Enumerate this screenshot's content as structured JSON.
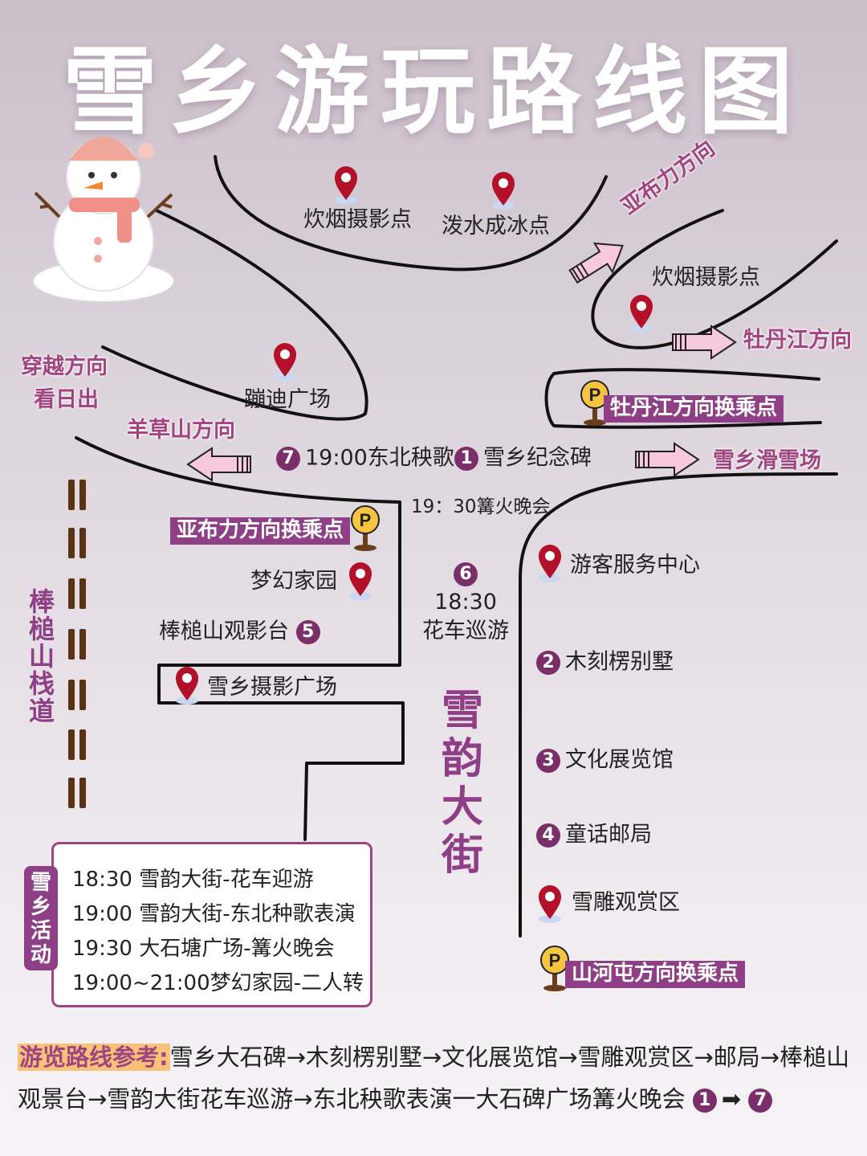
{
  "title": "雪乡游玩路线图",
  "places": {
    "smoke_photo_1": "炊烟摄影点",
    "splash_ice": "泼水成冰点",
    "smoke_photo_2": "炊烟摄影点",
    "disco_square": "蹦迪广场",
    "memorial": "雪乡纪念碑",
    "yangge": "19:00东北秧歌",
    "bonfire": "19：30篝火晚会",
    "visitor_center": "游客服务中心",
    "dream_home": "梦幻家园",
    "observation_deck": "棒槌山观影台",
    "photo_square": "雪乡摄影广场",
    "float_time": "18:30",
    "float_parade": "花车巡游",
    "villa": "木刻楞别墅",
    "culture_hall": "文化展览馆",
    "post_office": "童话邮局",
    "sculpture_area": "雪雕观赏区"
  },
  "numbers": {
    "n1": "1",
    "n2": "2",
    "n3": "3",
    "n4": "4",
    "n5": "5",
    "n6": "6",
    "n7": "7"
  },
  "directions": {
    "yabuli": "亚布力方向",
    "mudanjiang": "牡丹江方向",
    "crossing_line1": "穿越方向",
    "crossing_line2": "看日出",
    "yangcaoshan": "羊草山方向",
    "ski_resort": "雪乡滑雪场"
  },
  "transfers": {
    "mudanjiang": "牡丹江方向换乘点",
    "yabuli": "亚布力方向换乘点",
    "shanhetun": "山河屯方向换乘点"
  },
  "parking_symbol": "P",
  "street_name": [
    "雪",
    "韵",
    "大",
    "街"
  ],
  "trail_name": [
    "棒",
    "槌",
    "山",
    "栈",
    "道"
  ],
  "activities": {
    "tag": [
      "雪",
      "乡",
      "活",
      "动"
    ],
    "items": [
      "18:30 雪韵大街-花车迎游",
      "19:00 雪韵大街-东北种歌表演",
      "19:30 大石塘广场-篝火晚会",
      "19:00~21:00梦幻家园-二人转"
    ]
  },
  "route": {
    "label": "游览路线参考:",
    "text": "雪乡大石碑→木刻楞别墅→文化展览馆→雪雕观赏区→邮局→棒槌山观景台→雪韵大街花车巡游→东北秧歌表演一大石碑广场篝火晚会",
    "from": "1",
    "arrow": "➡",
    "to": "7"
  },
  "colors": {
    "accent": "#8f3f85",
    "pin": "#b3102a",
    "road": "#111111",
    "arrow": "#f6c9dc"
  }
}
